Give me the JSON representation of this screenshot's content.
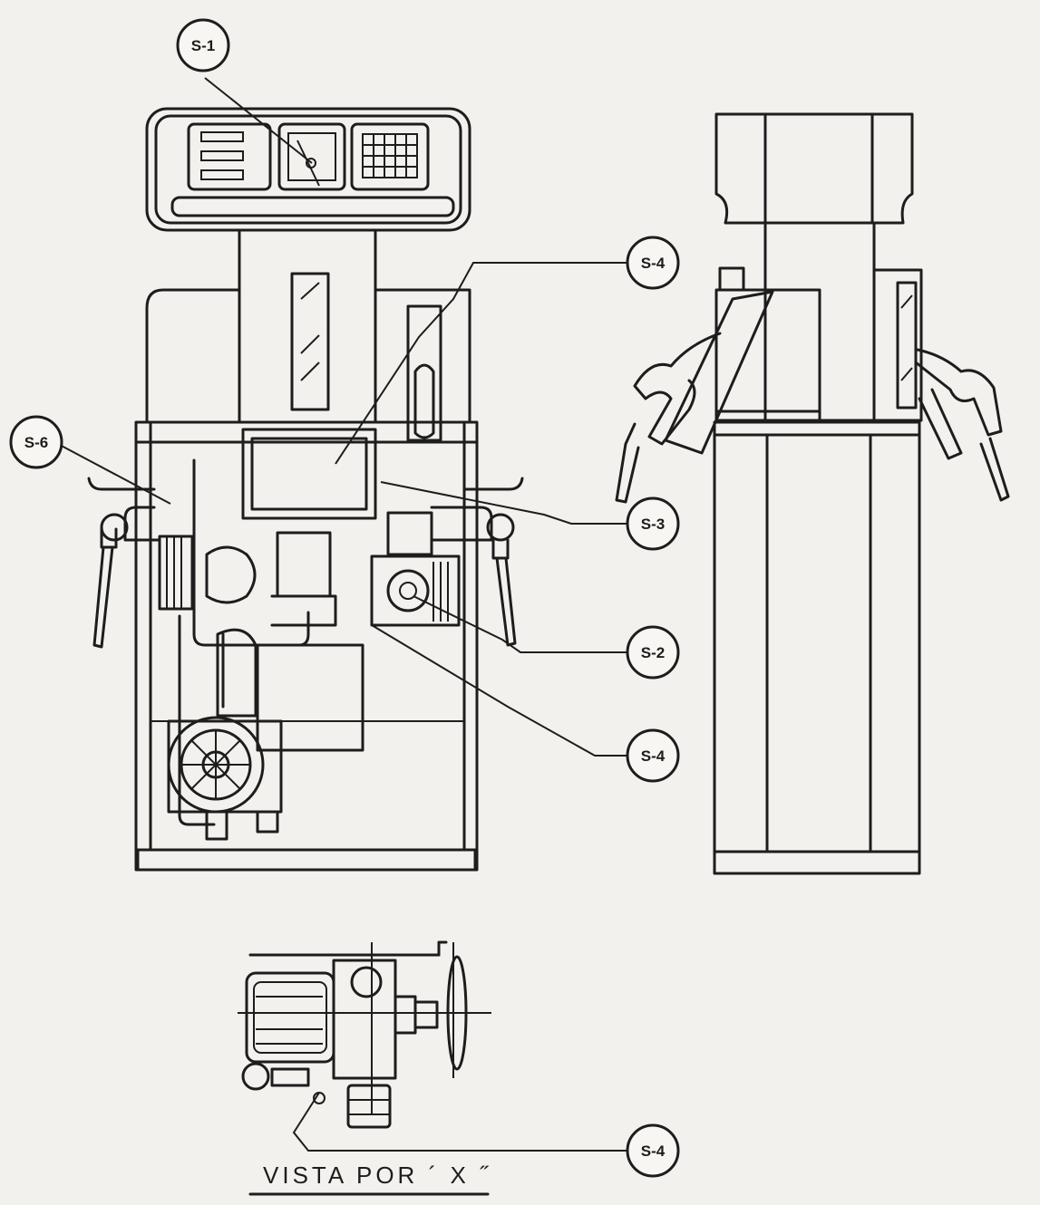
{
  "callouts": {
    "s1": "S-1",
    "s4_top": "S-4",
    "s6": "S-6",
    "s3": "S-3",
    "s2": "S-2",
    "s4_mid": "S-4",
    "s4_bottom": "S-4"
  },
  "caption": "VISTA  POR  ´ X ˝",
  "colors": {
    "ink": "#1d1d1d",
    "paper": "#f2f1ee"
  }
}
